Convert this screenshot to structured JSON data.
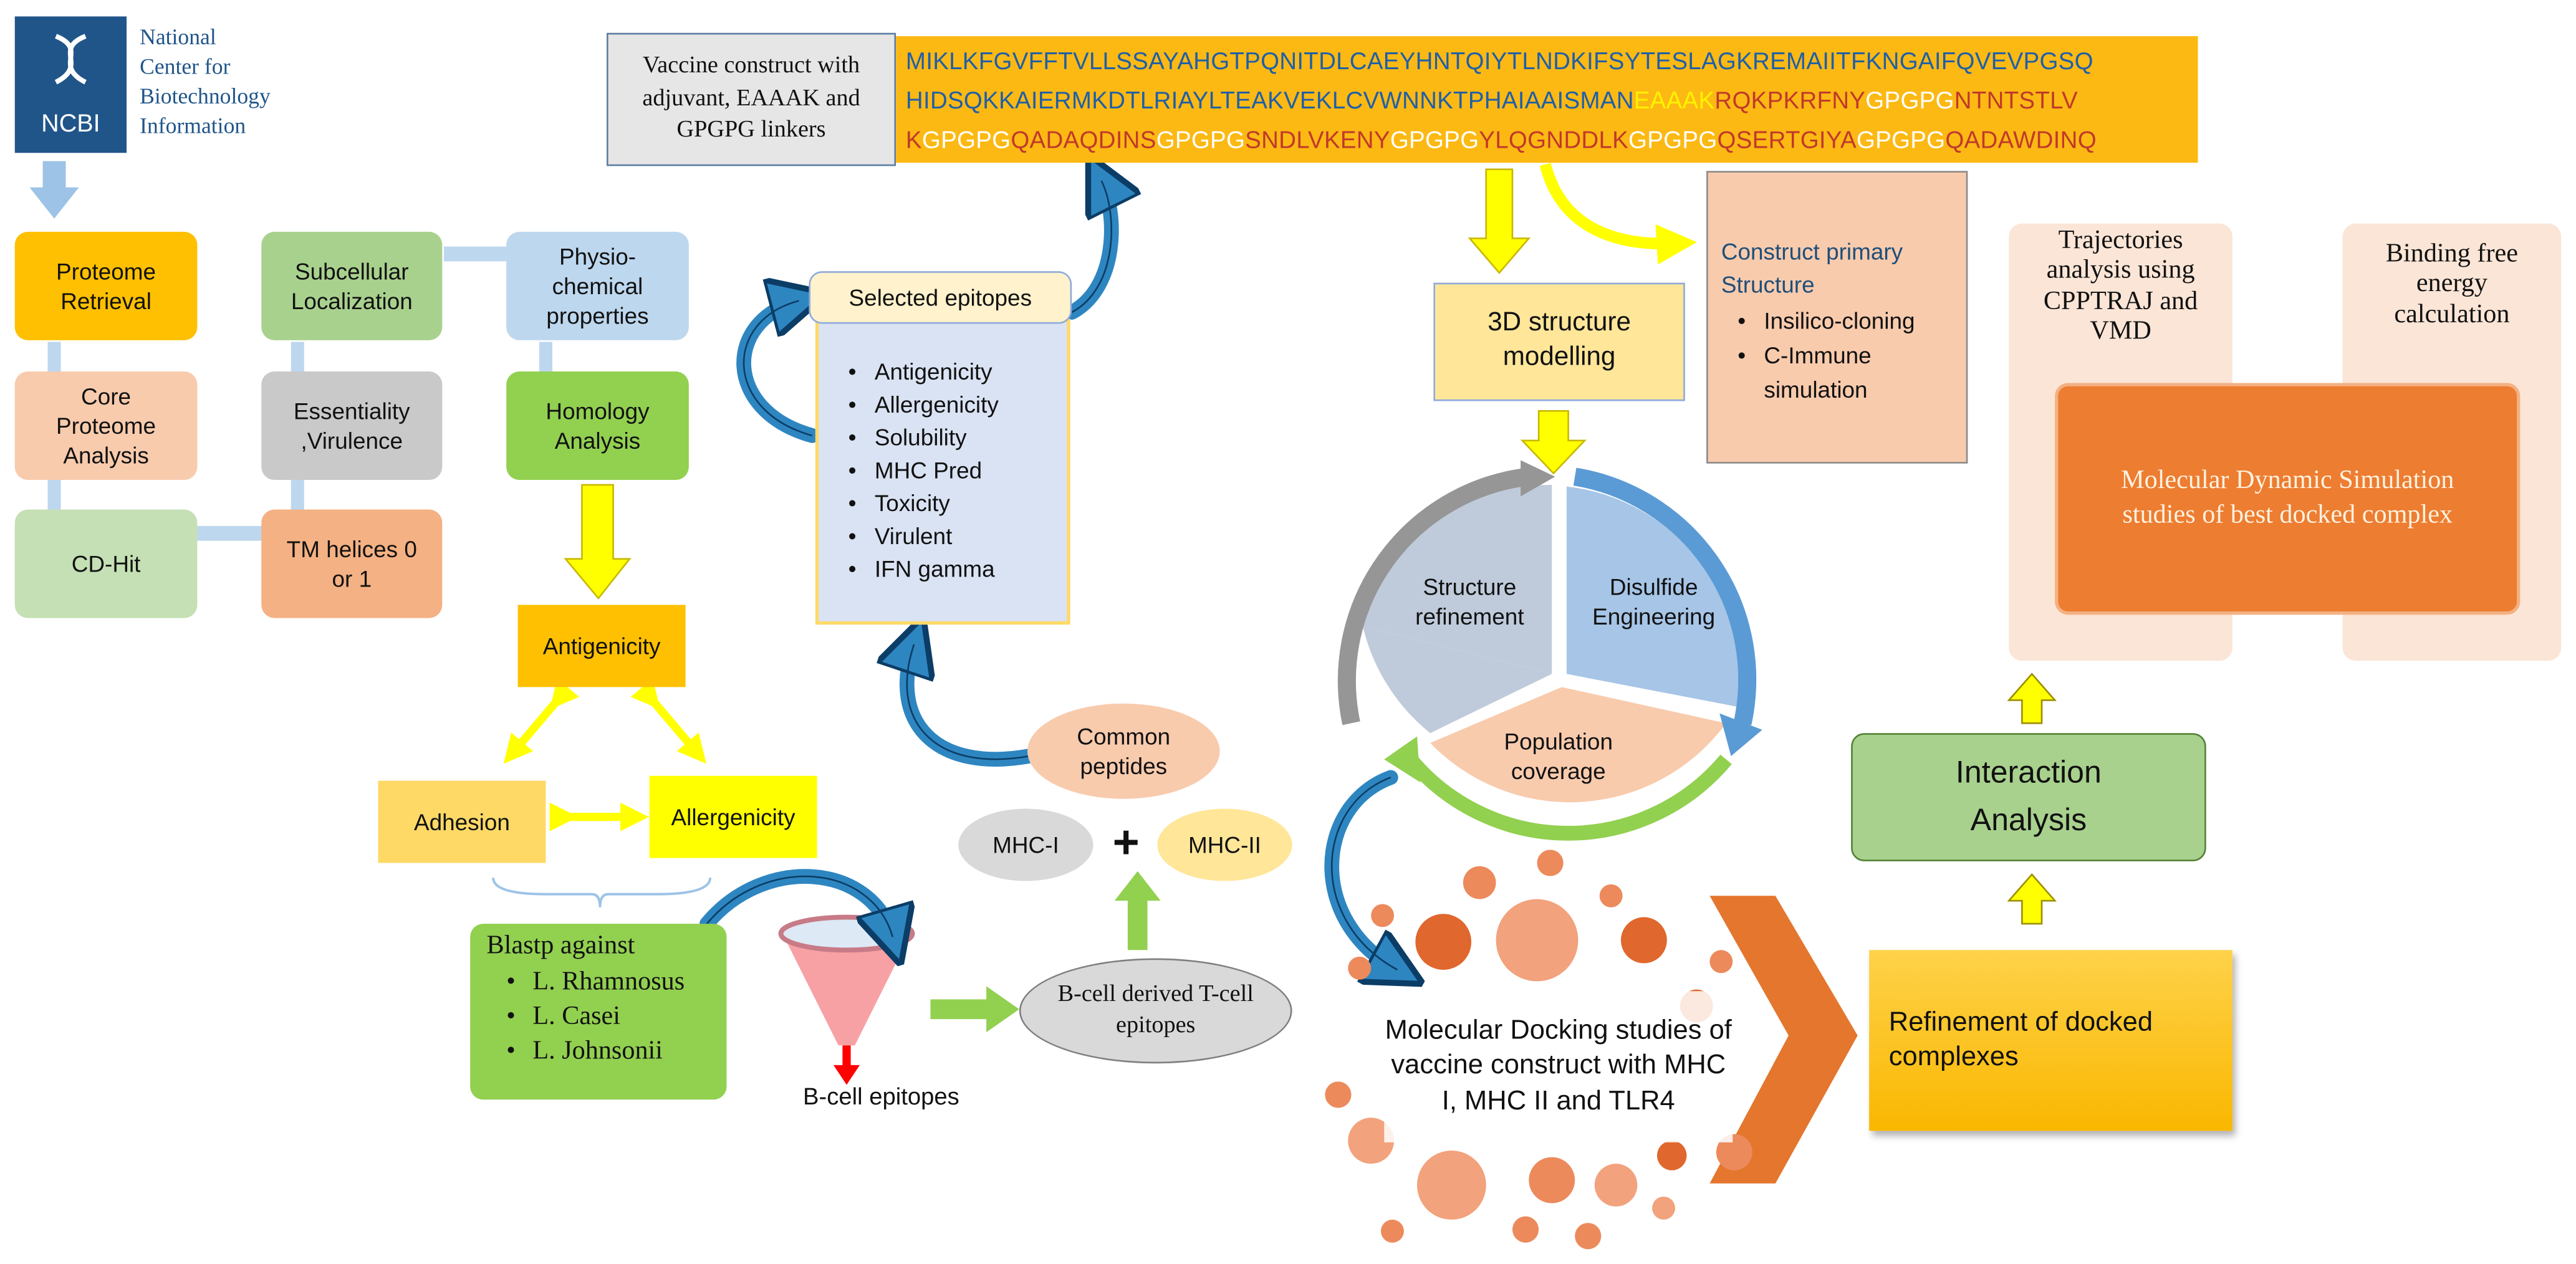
{
  "colors": {
    "orange": "#fec000",
    "peach": "#f8cbad",
    "light_green": "#c5e0b4",
    "salmon": "#f4b183",
    "green": "#a9d18e",
    "grey": "#c9c9c9",
    "light_blue": "#bdd7ee",
    "bright_green": "#92d050",
    "yellow": "#ffff00",
    "blue": "#1f5fa8",
    "dark_orange": "#ed7d31",
    "sequence_bg": "#fdb913"
  },
  "ncbi": {
    "logo_text": "NCBI",
    "name_lines": [
      "National",
      "Center for",
      "Biotechnology",
      "Information"
    ]
  },
  "boxes": {
    "proteome_retrieval": "Proteome Retrieval",
    "core_proteome": "Core Proteome Analysis",
    "cd_hit": "CD-Hit",
    "tm_helices": "TM helices 0 or 1",
    "essentiality": "Essentiality ,Virulence",
    "subcellular": "Subcellular Localization",
    "physio": "Physio-chemical properties",
    "homology": "Homology Analysis",
    "antigenicity": "Antigenicity",
    "adhesion": "Adhesion",
    "allergenicity": "Allergenicity",
    "b_cell_epitopes": "B-cell epitopes",
    "b_cell_derived": "B-cell derived T-cell epitopes",
    "mhc_i": "MHC-I",
    "plus": "+",
    "mhc_ii": "MHC-II",
    "common_peptides": "Common peptides",
    "vaccine_construct": "Vaccine construct with adjuvant, EAAAK and GPGPG linkers",
    "modelling_3d": "3D structure modelling",
    "structure_refinement": "Structure refinement",
    "disulfide": "Disulfide Engineering",
    "population": "Population coverage",
    "docking": "Molecular Docking studies of vaccine construct with MHC I, MHC II and TLR4",
    "refinement_docked": "Refinement of docked complexes",
    "interaction": "Interaction Analysis",
    "trajectories": "Trajectories analysis using CPPTRAJ and VMD",
    "binding_free": "Binding free energy calculation",
    "md_simulation": "Molecular Dynamic Simulation studies of best docked complex"
  },
  "blastp": {
    "title": "Blastp against",
    "items": [
      "L. Rhamnosus",
      "L. Casei",
      "L. Johnsonii"
    ]
  },
  "selected_epitopes": {
    "title": "Selected epitopes",
    "items": [
      "Antigenicity",
      "Allergenicity",
      "Solubility",
      "MHC Pred",
      "Toxicity",
      "Virulent",
      "IFN gamma"
    ]
  },
  "construct_primary": {
    "title": "Construct primary Structure",
    "items": [
      "Insilico-cloning",
      "C-Immune simulation"
    ]
  },
  "sequence": {
    "line1": "MIKLKFGVFFTVLLSSAYAHGTPQNITDLCAEYHNTQIYTLNDKIFSYTESLAGKREMAIITFKNGAIFQVEVPGSQ",
    "line2_main": "HIDSQKKAIERMKDTLRIAYLTEAKVEKLCVWNNKTPHAIAAISMAN",
    "line2_eaaak": "EAAAK",
    "line2_rq": "RQKPKRFNY",
    "line2_gp": "GPGPG",
    "line2_nt": "NTNTSTLV",
    "line3_k": "K",
    "line3_gp1": "GPGPG",
    "line3_ep1": "QADAQDINS",
    "line3_gp2": "GPGPG",
    "line3_ep2": "SNDLVKENY",
    "line3_gp3": "GPGPG",
    "line3_ep3": "YLQGNDDLK",
    "line3_gp4": "GPGPG",
    "line3_ep4": "QSERTGIYA",
    "line3_gp5": "GPGPG",
    "line3_ep5": "QADAWDINQ"
  }
}
